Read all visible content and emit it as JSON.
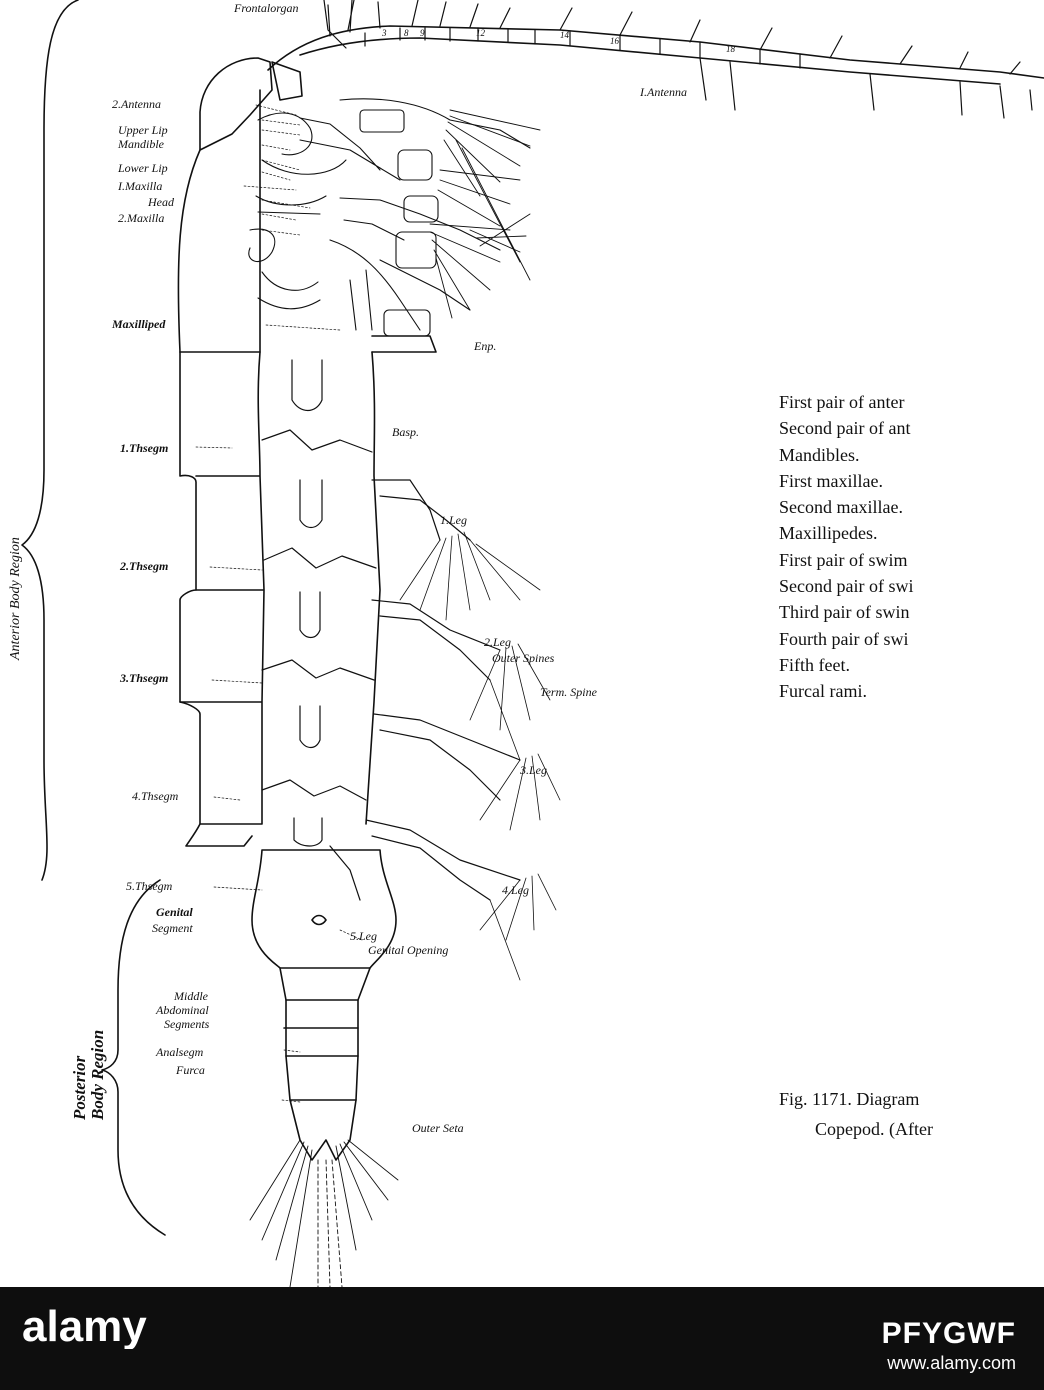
{
  "labels": {
    "frontal_organ": "Frontalorgan",
    "first_antenna": "I.Antenna",
    "second_antenna": "2.Antenna",
    "upper_lip": "Upper Lip",
    "mandible": "Mandible",
    "lower_lip": "Lower Lip",
    "first_maxilla": "I.Maxilla",
    "head": "Head",
    "second_maxilla": "2.Maxilla",
    "maxilliped": "Maxilliped",
    "endopod": "Enp.",
    "basipod": "Basp.",
    "thseg_1": "1.Thsegm",
    "thseg_2": "2.Thsegm",
    "thseg_3": "3.Thsegm",
    "thseg_4": "4.Thsegm",
    "thseg_5": "5.Thsegm",
    "leg_1": "1.Leg",
    "leg_2": "2.Leg",
    "outer_spines": "Outer Spines",
    "term_spine": "Term. Spine",
    "leg_3": "3.Leg",
    "leg_4": "4.Leg",
    "leg_5": "5.Leg",
    "genital_segment_1": "Genital",
    "genital_segment_2": "Segment",
    "genital_opening": "Genital Opening",
    "middle_abd_1": "Middle",
    "middle_abd_2": "Abdominal",
    "middle_abd_3": "Segments",
    "anal_segment": "Analsegm",
    "furca": "Furca",
    "outer_seta": "Outer Seta",
    "anterior_region": "Anterior Body Region",
    "posterior_region_1": "Posterior",
    "posterior_region_2": "Body Region"
  },
  "appendages": [
    "First pair of anter",
    "Second pair of ant",
    "Mandibles.",
    "First maxillae.",
    "Second maxillae.",
    "Maxillipedes.",
    "First pair of swim",
    "Second pair of swi",
    "Third pair of swin",
    "Fourth pair of swi",
    "Fifth feet.",
    "Furcal rami."
  ],
  "caption": {
    "line1": "Fig. 1171. Diagram",
    "line2": "Copepod. (After"
  },
  "banner": {
    "logo": "alamy",
    "image_id": "PFYGWF",
    "url": "www.alamy.com"
  }
}
